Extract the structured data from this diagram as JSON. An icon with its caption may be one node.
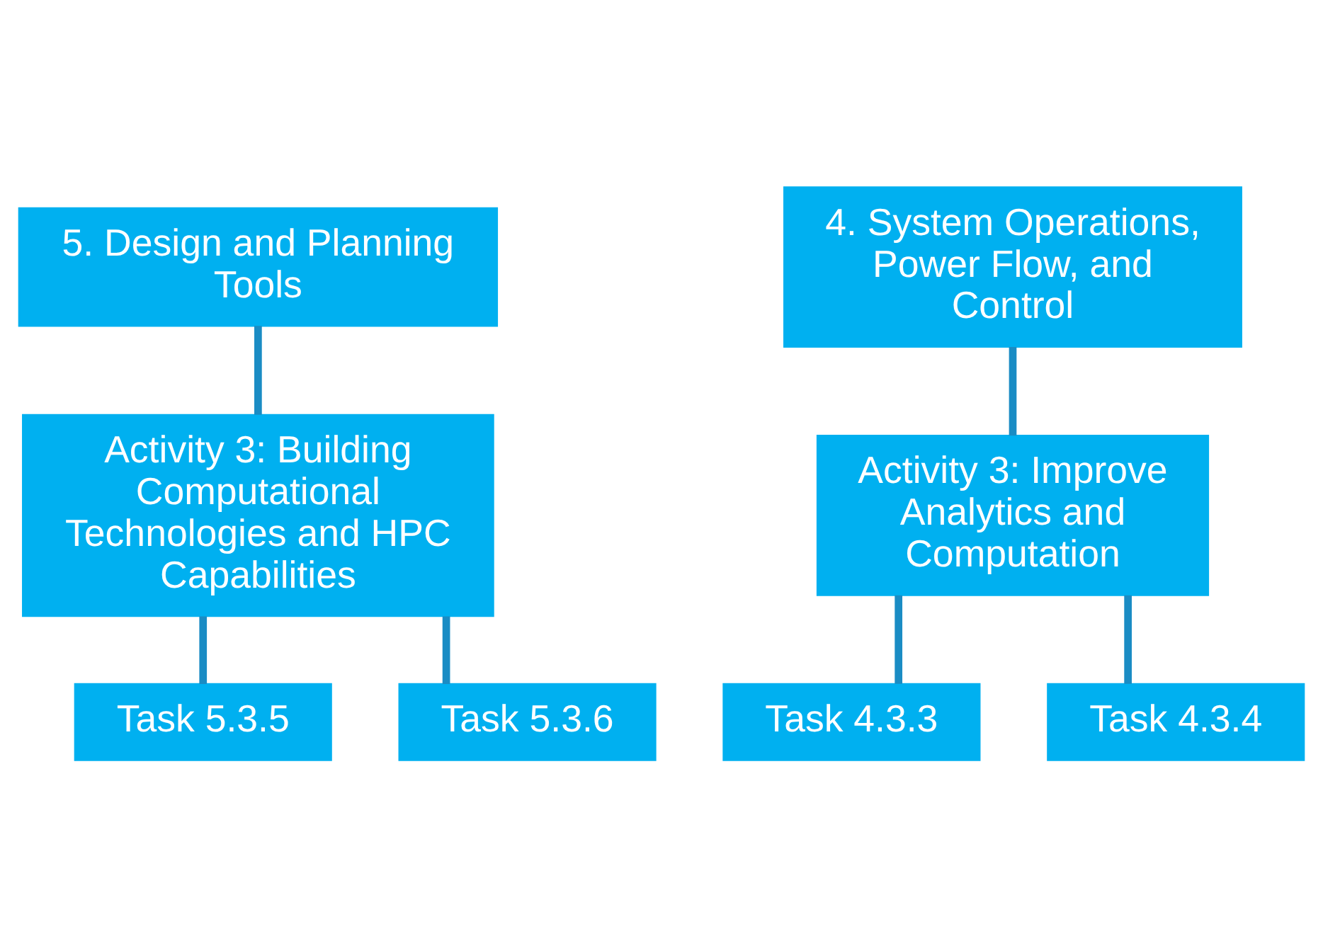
{
  "diagram": {
    "nodes": [
      {
        "text": [
          "5. Design and Planning Tools"
        ]
      },
      {
        "text": [
          "Activity 3: Building Computational Technologies and HPC Capabilities"
        ]
      },
      {
        "text": [
          "Task 5.3.5"
        ]
      },
      {
        "text": [
          "Task 5.3.6"
        ]
      },
      {
        "text": [
          "4. System Operations, Power Flow, and Control"
        ]
      },
      {
        "text": [
          "Activity 3: Improve Analytics and Computation"
        ]
      },
      {
        "text": [
          "Task 4.3.3"
        ]
      },
      {
        "text": [
          "Task 4.3.4"
        ]
      }
    ],
    "edges": [
      {
        "from": 0,
        "to": 1,
        "arrow": "none"
      },
      {
        "from": 1,
        "to": 2,
        "arrow": "none"
      },
      {
        "from": 1,
        "to": 3,
        "arrow": "none"
      },
      {
        "from": 4,
        "to": 5,
        "arrow": "none"
      },
      {
        "from": 5,
        "to": 6,
        "arrow": "none"
      },
      {
        "from": 5,
        "to": 7,
        "arrow": "none"
      }
    ]
  }
}
